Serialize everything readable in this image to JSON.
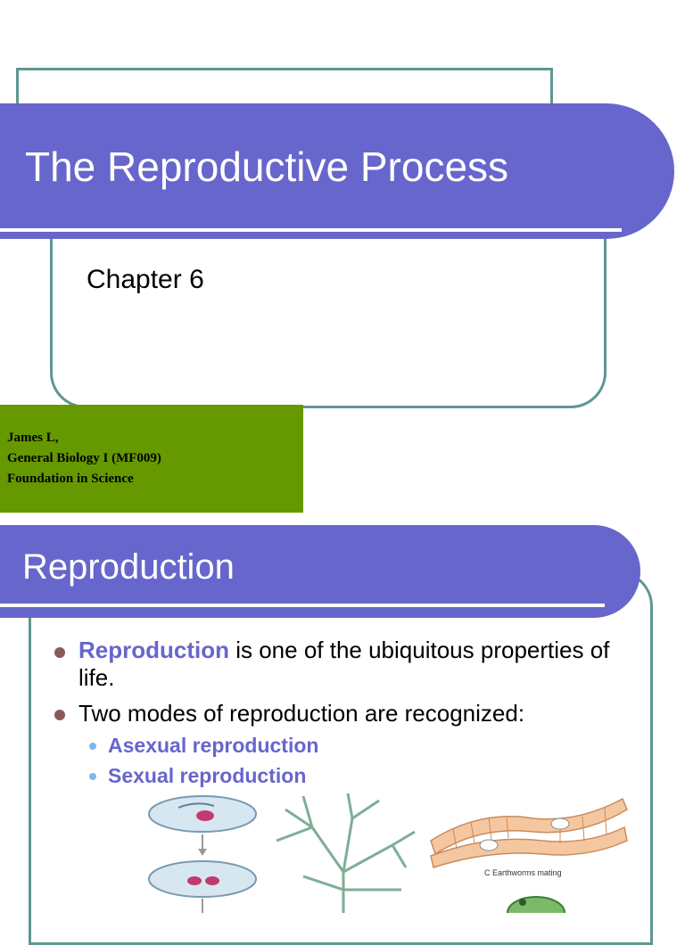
{
  "slide1": {
    "title": "The Reproductive Process",
    "subtitle": "Chapter 6",
    "author_lines": [
      "James L,",
      "General Biology I (MF009)",
      "Foundation in Science"
    ]
  },
  "slide2": {
    "title": "Reproduction",
    "bullets": [
      {
        "keyword": "Reproduction",
        "text": " is one of the ubiquitous properties of life."
      },
      {
        "keyword": "",
        "text": "Two modes of reproduction are recognized:"
      }
    ],
    "sub_bullets": [
      "Asexual reproduction",
      "Sexual reproduction"
    ],
    "figure_caption": "C  Earthworms mating"
  },
  "colors": {
    "title_band": "#6766cc",
    "frame": "#5f9692",
    "author_box": "#669900",
    "keyword": "#6766cc"
  }
}
